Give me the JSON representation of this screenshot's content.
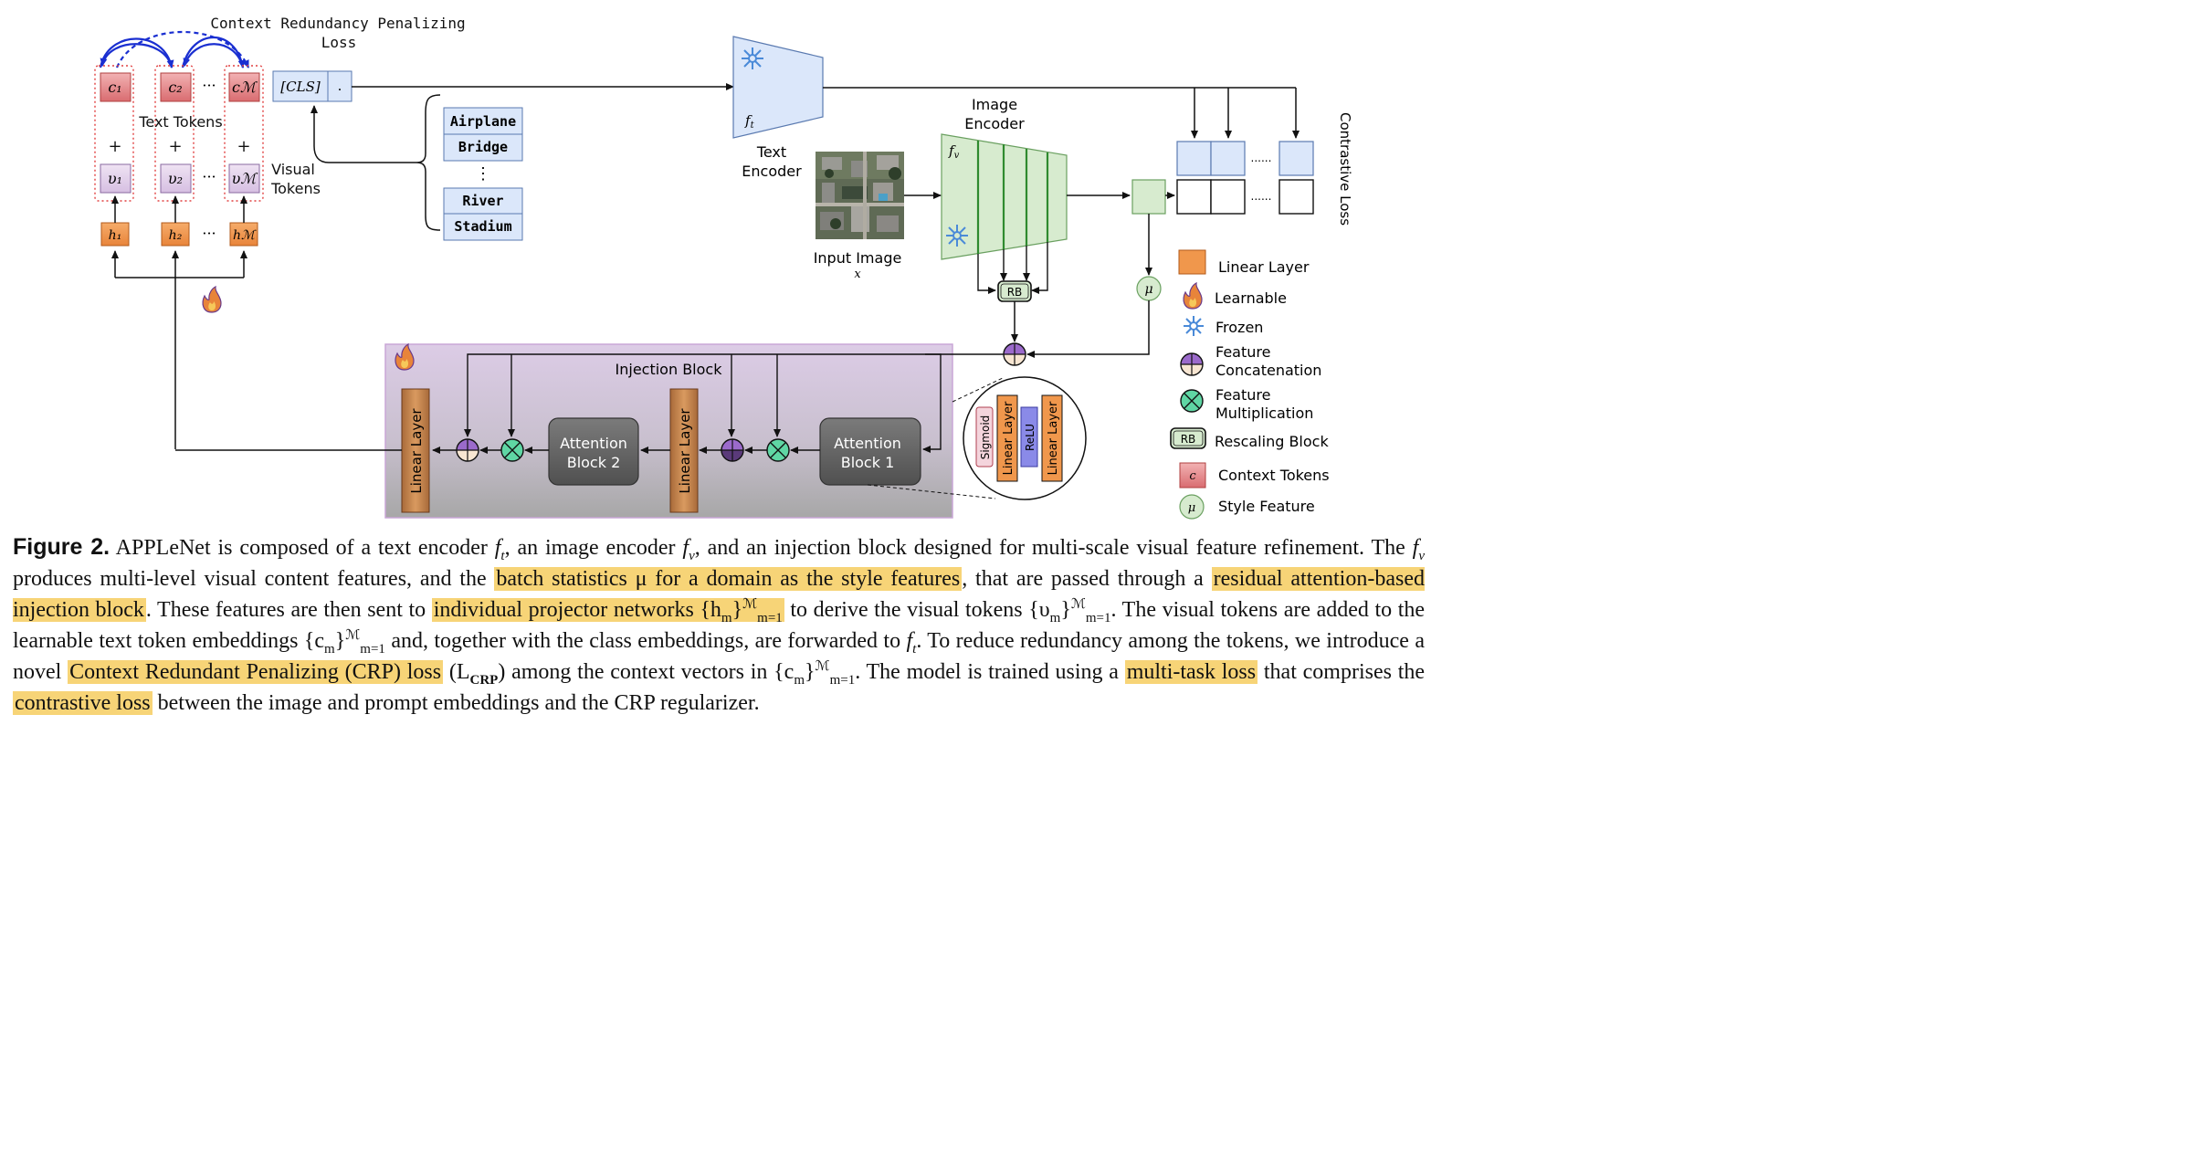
{
  "figure": {
    "crp_loss_title": [
      "Context Redundancy Penalizing",
      "Loss"
    ],
    "context_tokens": [
      "c₁",
      "c₂",
      "cℳ"
    ],
    "visual_tokens": [
      "υ₁",
      "υ₂",
      "υℳ"
    ],
    "projectors": [
      "h₁",
      "h₂",
      "hℳ"
    ],
    "ellipsis": "···",
    "plus": "+",
    "text_tokens_label": "Text Tokens",
    "visual_tokens_label": [
      "Visual",
      "Tokens"
    ],
    "cls_token": "[CLS]",
    "dot_token": ".",
    "class_names": [
      "Airplane",
      "Bridge",
      "River",
      "Stadium"
    ],
    "vdots": "⋮",
    "text_encoder_symbol": "f",
    "text_encoder_sub": "t",
    "text_encoder_label": [
      "Text",
      "Encoder"
    ],
    "image_encoder_label": [
      "Image",
      "Encoder"
    ],
    "image_encoder_symbol": "f",
    "image_encoder_sub": "v",
    "input_image_label": "Input Image",
    "input_image_symbol": "x",
    "contrastive_loss_label": "Contrastive Loss",
    "rb_label": "RB",
    "mu_label": "μ",
    "injection_block_label": "Injection Block",
    "linear_layer_label": "Linear Layer",
    "attention_block_1": [
      "Attention",
      "Block 1"
    ],
    "attention_block_2": [
      "Attention",
      "Block 2"
    ],
    "rescaling_layers": [
      "Sigmoid",
      "Linear Layer",
      "ReLU",
      "Linear Layer"
    ],
    "legend": [
      {
        "icon": "linear-layer",
        "label": [
          "Linear Layer"
        ]
      },
      {
        "icon": "flame",
        "label": [
          "Learnable"
        ]
      },
      {
        "icon": "snowflake",
        "label": [
          "Frozen"
        ]
      },
      {
        "icon": "concat",
        "label": [
          "Feature",
          "Concatenation"
        ]
      },
      {
        "icon": "multiply",
        "label": [
          "Feature",
          "Multiplication"
        ]
      },
      {
        "icon": "rb",
        "label": [
          "Rescaling Block"
        ]
      },
      {
        "icon": "context-token",
        "label": [
          "Context Tokens"
        ]
      },
      {
        "icon": "style",
        "label": [
          "Style Feature"
        ]
      }
    ]
  },
  "caption": {
    "label": "Figure 2.",
    "p1": " APPLeNet is composed of a text encoder ",
    "p2": ", an image encoder ",
    "p3": ", and an injection block designed for multi-scale visual feature refinement. The ",
    "p4": " produces multi-level visual content features, and the ",
    "hl1": "batch statistics μ for a domain as the style features",
    "p5": ", that are passed through a ",
    "hl2": "residual attention-based injection block",
    "p6": ". These features are then sent to ",
    "hl3": "individual projector networks {h",
    "p7": " to derive the visual tokens {υ",
    "p8": ". The visual tokens are added to the learnable text token embeddings {c",
    "p9": " and, together with the class embeddings, are forwarded to ",
    "p10": ". To reduce redundancy among the tokens, we introduce a novel ",
    "hl4": "Context Redundant Penalizing (CRP) loss",
    "p11": " (L",
    "crp_sub": "CRP",
    "p12": ") among the context vectors in {c",
    "p13": ". The model is trained using a ",
    "hl5": "multi-task loss",
    "p14": " that comprises the ",
    "hl6": "contrastive loss",
    "p15": " between the image and prompt embeddings and the CRP regularizer.",
    "sym_f": "f",
    "sub_t": "t",
    "sub_v": "v",
    "sub_m": "m",
    "sup_M": "ℳ",
    "sub_m1": "m=1",
    "close_brace": "}"
  },
  "colors": {
    "context_token": "#e8868a",
    "visual_token": "#e4d4ec",
    "projector": "#f0974c",
    "text_side": "#dbe7fa",
    "image_encoder": "#d7ebcf",
    "injection_bg": "#dccce6",
    "attention": "#6a6a6a",
    "linear_layer": "#c7874f",
    "highlight": "#f7d477",
    "arrow_blue": "#1a2fd1"
  }
}
